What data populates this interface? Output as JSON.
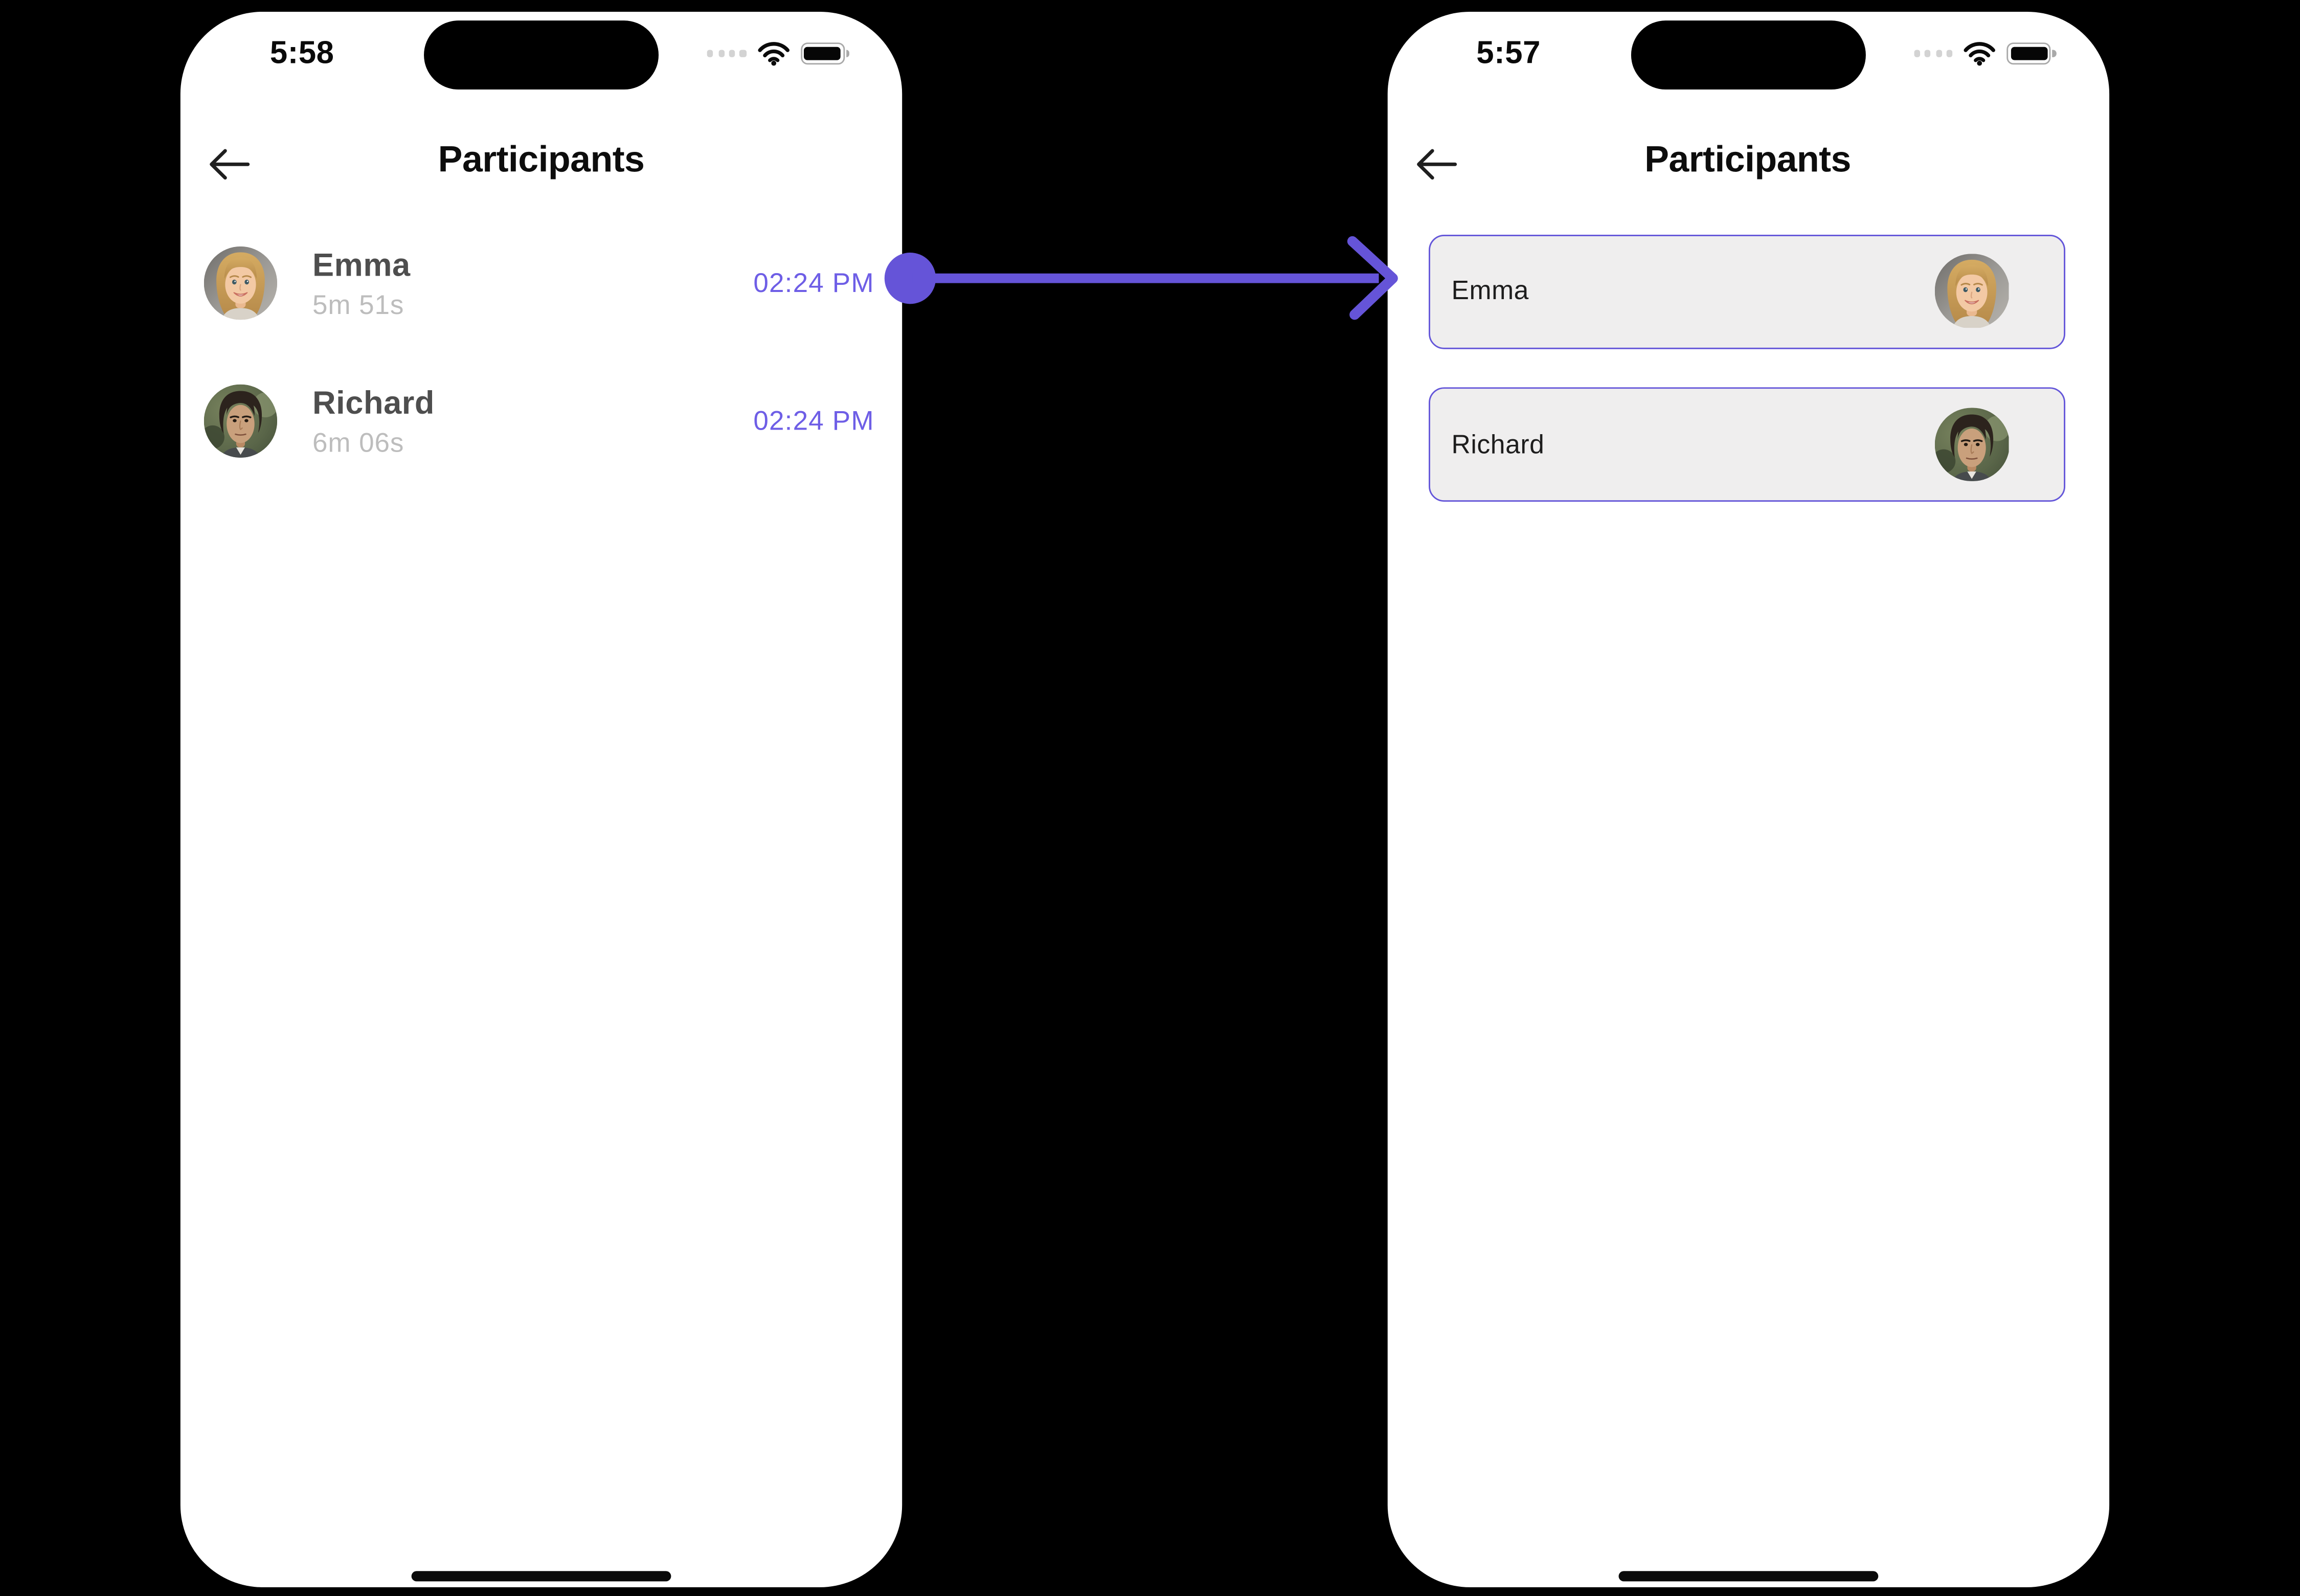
{
  "colors": {
    "accent_arrow": "#6554d8",
    "timestamp_text": "#6e5ee6",
    "card_border": "#6355d9",
    "card_background": "#efeeee",
    "participant_name": "#4e4e4e",
    "duration_text": "#bdbdbd",
    "phone_background": "#ffffff",
    "canvas_background": "#000000"
  },
  "left_phone": {
    "status_time": "5:58",
    "title": "Participants",
    "rows": [
      {
        "name": "Emma",
        "duration": "5m 51s",
        "time": "02:24 PM",
        "avatar": "emma"
      },
      {
        "name": "Richard",
        "duration": "6m 06s",
        "time": "02:24 PM",
        "avatar": "richard"
      }
    ]
  },
  "right_phone": {
    "status_time": "5:57",
    "title": "Participants",
    "cards": [
      {
        "name": "Emma",
        "avatar": "emma"
      },
      {
        "name": "Richard",
        "avatar": "richard"
      }
    ]
  }
}
